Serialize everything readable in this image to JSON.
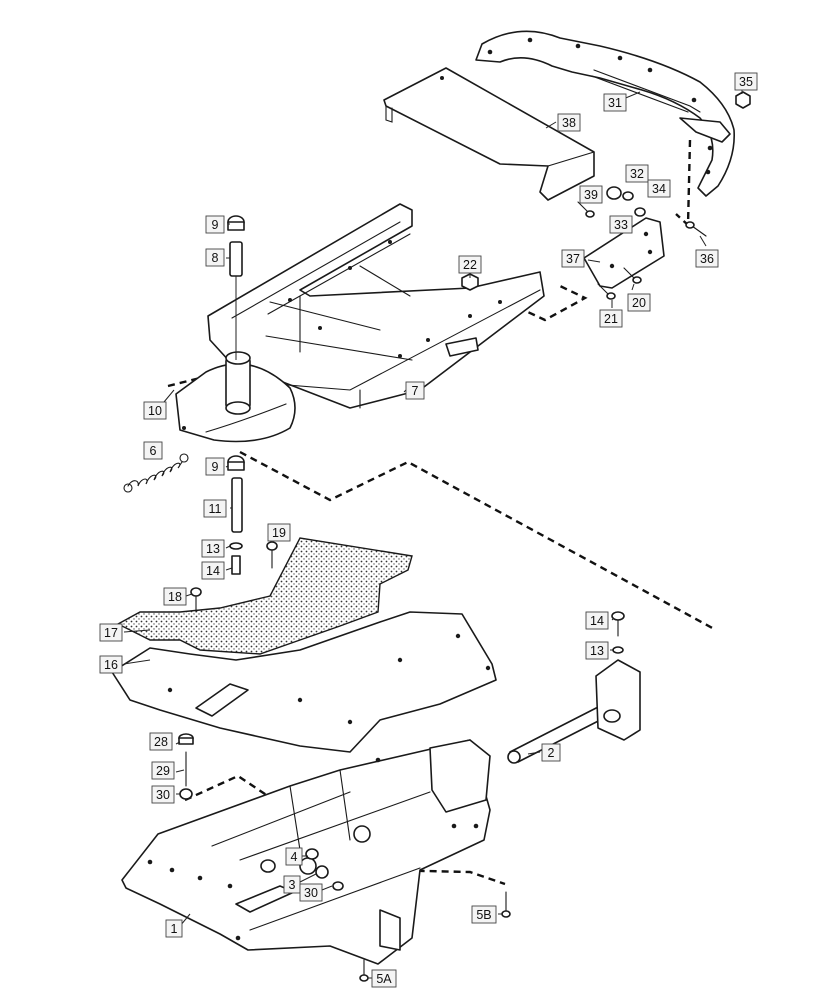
{
  "callouts": [
    {
      "id": "c1",
      "text": "1"
    },
    {
      "id": "c2",
      "text": "2"
    },
    {
      "id": "c3",
      "text": "3"
    },
    {
      "id": "c4",
      "text": "4"
    },
    {
      "id": "c5a",
      "text": "5A"
    },
    {
      "id": "c5b",
      "text": "5B"
    },
    {
      "id": "c6",
      "text": "6"
    },
    {
      "id": "c7",
      "text": "7"
    },
    {
      "id": "c8",
      "text": "8"
    },
    {
      "id": "c9a",
      "text": "9"
    },
    {
      "id": "c9b",
      "text": "9"
    },
    {
      "id": "c10",
      "text": "10"
    },
    {
      "id": "c11",
      "text": "11"
    },
    {
      "id": "c13a",
      "text": "13"
    },
    {
      "id": "c13b",
      "text": "13"
    },
    {
      "id": "c14a",
      "text": "14"
    },
    {
      "id": "c14b",
      "text": "14"
    },
    {
      "id": "c16",
      "text": "16"
    },
    {
      "id": "c17",
      "text": "17"
    },
    {
      "id": "c18",
      "text": "18"
    },
    {
      "id": "c19",
      "text": "19"
    },
    {
      "id": "c20",
      "text": "20"
    },
    {
      "id": "c21",
      "text": "21"
    },
    {
      "id": "c22",
      "text": "22"
    },
    {
      "id": "c28",
      "text": "28"
    },
    {
      "id": "c29",
      "text": "29"
    },
    {
      "id": "c30a",
      "text": "30"
    },
    {
      "id": "c30b",
      "text": "30"
    },
    {
      "id": "c31",
      "text": "31"
    },
    {
      "id": "c32",
      "text": "32"
    },
    {
      "id": "c33",
      "text": "33"
    },
    {
      "id": "c34",
      "text": "34"
    },
    {
      "id": "c35",
      "text": "35"
    },
    {
      "id": "c36",
      "text": "36"
    },
    {
      "id": "c37",
      "text": "37"
    },
    {
      "id": "c38",
      "text": "38"
    },
    {
      "id": "c39",
      "text": "39"
    }
  ]
}
